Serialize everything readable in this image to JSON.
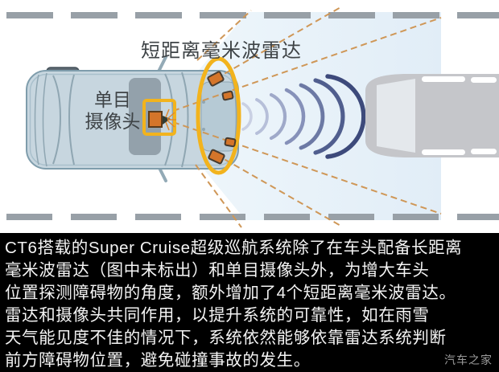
{
  "diagram": {
    "label_short_range_radar": "短距离毫米波雷达",
    "label_mono_camera": "单目\n摄像头",
    "colors": {
      "beam_left": "#eef6fb",
      "beam_right": "#e1edf7",
      "road_dash": "#98a0a7",
      "highlight_yellow": "#f2b31d",
      "sensor_orange": "#d4752a",
      "sensor_stroke": "#473b2e",
      "guide_line": "#cf9757",
      "ego_body": "#c7d6df",
      "ego_outline": "#7f9dac",
      "target_body": "#c5c6ca",
      "wave_colors": [
        "#c9d0e3",
        "#b6bfd9",
        "#9fa9c9",
        "#8691b9",
        "#6c79a4",
        "#505e8e",
        "#3d4a7b"
      ]
    }
  },
  "caption": {
    "lines": [
      "CT6搭载的Super Cruise超级巡航系统除了在车头配备长距离",
      "毫米波雷达（图中未标出）和单目摄像头外，为增大车头",
      "位置探测障碍物的角度，额外增加了4个短距离毫米波雷达。",
      "雷达和摄像头共同作用，以提升系统的可靠性，如在雨雪",
      "天气能见度不佳的情况下，系统依然能够依靠雷达系统判断",
      "前方障碍物位置，避免碰撞事故的发生。"
    ],
    "watermark": "汽车之家"
  }
}
